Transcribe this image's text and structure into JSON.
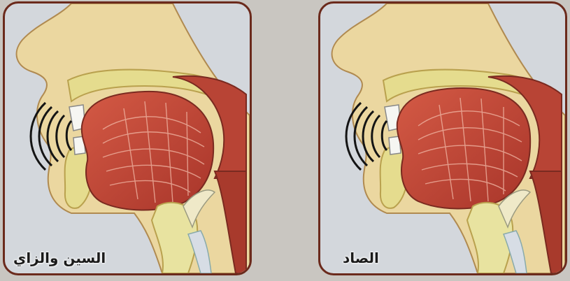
{
  "diagram": {
    "panels": [
      {
        "id": "left",
        "caption": "السين والزاي"
      },
      {
        "id": "right",
        "caption": "الصاد"
      }
    ]
  },
  "colors": {
    "background": "#c9c6c1",
    "panel_border": "#6b2a1c",
    "panel_fill": "#d3d7dc",
    "skin": "#ebd7a0",
    "bone": "#e8e3a0",
    "tongue": "#c64a3a",
    "throat": "#a83a2c",
    "air_waves": "#141414"
  }
}
